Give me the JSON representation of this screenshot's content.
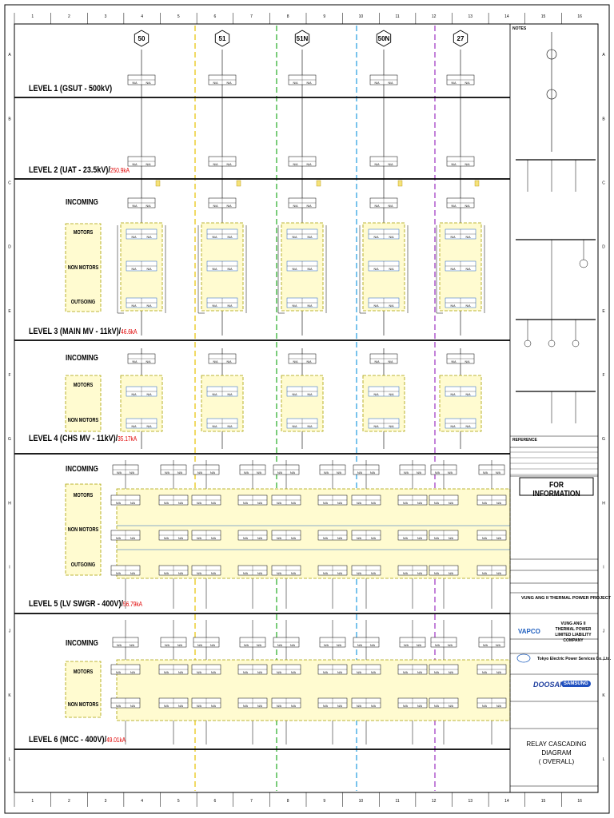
{
  "grid": {
    "columns": [
      "1",
      "2",
      "3",
      "4",
      "5",
      "6",
      "7",
      "8",
      "9",
      "10",
      "11",
      "12",
      "13",
      "14",
      "15",
      "16"
    ],
    "rows": [
      "A",
      "B",
      "C",
      "D",
      "E",
      "F",
      "G",
      "H",
      "I",
      "J",
      "K",
      "L"
    ]
  },
  "relays": [
    "50",
    "51",
    "51N",
    "50N",
    "27"
  ],
  "levels": [
    {
      "label": "LEVEL 1 (GSUT - 500kV)",
      "current": ""
    },
    {
      "label": "LEVEL 2 (UAT - 23.5kV)/",
      "current": "250.9kA"
    },
    {
      "label": "LEVEL 3 (MAIN MV - 11kV)/",
      "current": "46.6kA"
    },
    {
      "label": "LEVEL 4 (CHS MV - 11kV)/",
      "current": "35.17kA"
    },
    {
      "label": "LEVEL 5 (LV SWGR - 400V)/",
      "current": "56.79kA"
    },
    {
      "label": "LEVEL 6 (MCC - 400V)/",
      "current": "49.01kA"
    }
  ],
  "groups": {
    "incoming": "INCOMING"
  },
  "categories": {
    "motors": "MOTORS",
    "non_motors": "NON MOTORS",
    "outgoing": "OUTGOING"
  },
  "cell_values": {
    "na": "N/A"
  },
  "title_block": {
    "notes": "NOTES",
    "reference": "REFERENCE",
    "for_information": "FOR INFORMATION",
    "project": "VUNG ANG II THERMAL POWER PROJECT",
    "owner_logo": "VAPCO",
    "owner": "VUNG ANG II THERMAL POWER LIMITED LIABILITY COMPANY",
    "engineer": "Tokyo Electric Power Services Co.,Ltd.",
    "contractor_logo_1": "DOOSAN",
    "contractor_logo_2": "SAMSUNG",
    "drawing_title_1": "RELAY CASCADING DIAGRAM",
    "drawing_title_2": "( OVERALL)"
  },
  "colors": {
    "bus": "#000000",
    "current_label": "#e00000",
    "box_fill": "#fffbd0",
    "box_border": "#a8a000",
    "cell_border": "#1f5fbf",
    "divider_yellow": "#e6c200",
    "divider_green": "#22aa22",
    "divider_blue": "#1e9be0",
    "divider_purple": "#9b30c0"
  }
}
